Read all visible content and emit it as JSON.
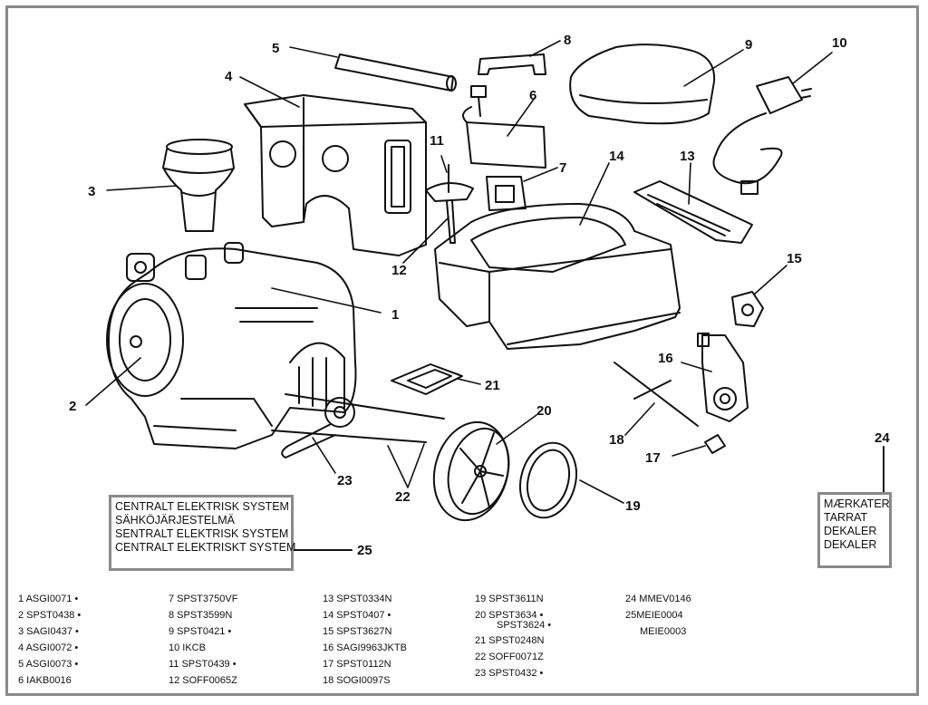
{
  "callouts": [
    "1",
    "2",
    "3",
    "4",
    "5",
    "6",
    "7",
    "8",
    "9",
    "10",
    "11",
    "12",
    "13",
    "14",
    "15",
    "16",
    "17",
    "18",
    "19",
    "20",
    "21",
    "22",
    "23",
    "24",
    "25"
  ],
  "electrical_box": {
    "lines": [
      "CENTRALT ELEKTRISK SYSTEM",
      "SÄHKÖJÄRJESTELMÄ",
      "SENTRALT ELEKTRISK SYSTEM",
      "CENTRALT ELEKTRISKT SYSTEM"
    ]
  },
  "decal_box": {
    "lines": [
      "MÆRKATER",
      "TARRAT",
      "DEKALER",
      "DEKALER"
    ]
  },
  "parts_list": {
    "col1": [
      "1 ASGI0071 •",
      "2 SPST0438 •",
      "3 SAGI0437 •",
      "4 ASGI0072 •",
      "5 ASGI0073 •",
      "6 IAKB0016"
    ],
    "col2": [
      "7 SPST3750VF",
      "8 SPST3599N",
      "9 SPST0421 •",
      "10 IKCB",
      "11 SPST0439 •",
      "12 SOFF0065Z"
    ],
    "col3": [
      "13 SPST0334N",
      "14 SPST0407 •",
      "15 SPST3627N",
      "16 SAGI9963JKTB",
      "17 SPST0112N",
      "18 SOGI0097S"
    ],
    "col4": [
      "19 SPST3611N",
      "20 SPST3634 •",
      "SPST3624 •",
      "21 SPST0248N",
      "22 SOFF0071Z",
      "23 SPST0432 •"
    ],
    "col5": [
      "24 MMEV0146",
      "25MEIE0004",
      "MEIE0003"
    ]
  },
  "colors": {
    "line": "#111111",
    "frame": "#8a8a8a",
    "background": "#ffffff"
  }
}
